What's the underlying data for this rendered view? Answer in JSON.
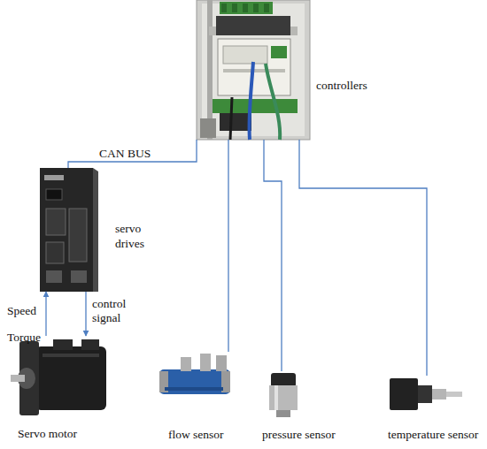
{
  "diagram": {
    "nodes": [
      {
        "text": [
          "controllers"
        ]
      },
      {
        "text": [
          "servo drives"
        ]
      },
      {
        "text": [
          "Servo motor"
        ]
      },
      {
        "text": [
          "flow sensor"
        ]
      },
      {
        "text": [
          "pressure sensor"
        ]
      },
      {
        "text": [
          "temperature sensor"
        ]
      }
    ],
    "edges": [
      {
        "from": 0,
        "to": 1,
        "arrow": "none",
        "label": "CAN BUS"
      },
      {
        "from": 1,
        "to": 2,
        "arrow": "to",
        "label": "control signal"
      },
      {
        "from": 2,
        "to": 1,
        "arrow": "to",
        "label": "Speed Torque"
      },
      {
        "from": 0,
        "to": 3,
        "arrow": "none"
      },
      {
        "from": 0,
        "to": 4,
        "arrow": "none"
      },
      {
        "from": 0,
        "to": 5,
        "arrow": "none"
      }
    ]
  }
}
